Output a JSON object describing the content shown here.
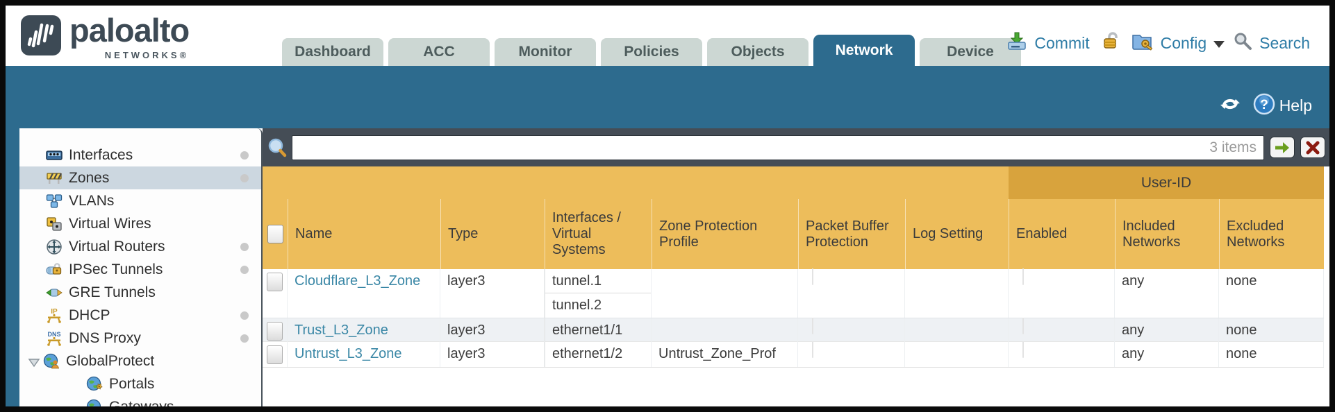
{
  "brand": {
    "logo_word": "paloalto",
    "logo_sub": "NETWORKS®"
  },
  "tabs": [
    {
      "label": "Dashboard",
      "active": false
    },
    {
      "label": "ACC",
      "active": false
    },
    {
      "label": "Monitor",
      "active": false
    },
    {
      "label": "Policies",
      "active": false
    },
    {
      "label": "Objects",
      "active": false
    },
    {
      "label": "Network",
      "active": true
    },
    {
      "label": "Device",
      "active": false
    }
  ],
  "utilities": {
    "commit": "Commit",
    "config": "Config",
    "search": "Search"
  },
  "band": {
    "help": "Help"
  },
  "search_bar": {
    "value": "",
    "items_count": "3 items"
  },
  "sidebar": {
    "items": [
      {
        "label": "Interfaces",
        "icon": "interfaces-icon",
        "dot": true
      },
      {
        "label": "Zones",
        "icon": "zones-icon",
        "dot": true,
        "selected": true
      },
      {
        "label": "VLANs",
        "icon": "vlans-icon",
        "dot": false
      },
      {
        "label": "Virtual Wires",
        "icon": "virtual-wires-icon",
        "dot": false
      },
      {
        "label": "Virtual Routers",
        "icon": "virtual-routers-icon",
        "dot": true
      },
      {
        "label": "IPSec Tunnels",
        "icon": "ipsec-tunnels-icon",
        "dot": true
      },
      {
        "label": "GRE Tunnels",
        "icon": "gre-tunnels-icon",
        "dot": false
      },
      {
        "label": "DHCP",
        "icon": "dhcp-icon",
        "dot": true
      },
      {
        "label": "DNS Proxy",
        "icon": "dns-proxy-icon",
        "dot": true
      },
      {
        "label": "GlobalProtect",
        "icon": "globalprotect-icon",
        "expandable": true
      },
      {
        "label": "Portals",
        "icon": "portals-icon",
        "child": true
      },
      {
        "label": "Gateways",
        "icon": "gateways-icon",
        "child": true
      }
    ]
  },
  "table": {
    "group_header": "User-ID",
    "columns": [
      "Name",
      "Type",
      "Interfaces / Virtual Systems",
      "Zone Protection Profile",
      "Packet Buffer Protection",
      "Log Setting",
      "Enabled",
      "Included Networks",
      "Excluded Networks"
    ],
    "rows": [
      {
        "name": "Cloudflare_L3_Zone",
        "type": "layer3",
        "interfaces": [
          "tunnel.1",
          "tunnel.2"
        ],
        "zone_protection_profile": "",
        "log_setting": "",
        "included_networks": "any",
        "excluded_networks": "none"
      },
      {
        "name": "Trust_L3_Zone",
        "type": "layer3",
        "interfaces": [
          "ethernet1/1"
        ],
        "zone_protection_profile": "",
        "log_setting": "",
        "included_networks": "any",
        "excluded_networks": "none"
      },
      {
        "name": "Untrust_L3_Zone",
        "type": "layer3",
        "interfaces": [
          "ethernet1/2"
        ],
        "zone_protection_profile": "Untrust_Zone_Prof",
        "log_setting": "",
        "included_networks": "any",
        "excluded_networks": "none"
      }
    ]
  },
  "colors": {
    "teal": "#2d6b8e",
    "header_orange": "#edbd5b",
    "header_orange_dark": "#d8a33d",
    "link_blue": "#3a87a6",
    "searchrow_gray": "#454d56"
  }
}
